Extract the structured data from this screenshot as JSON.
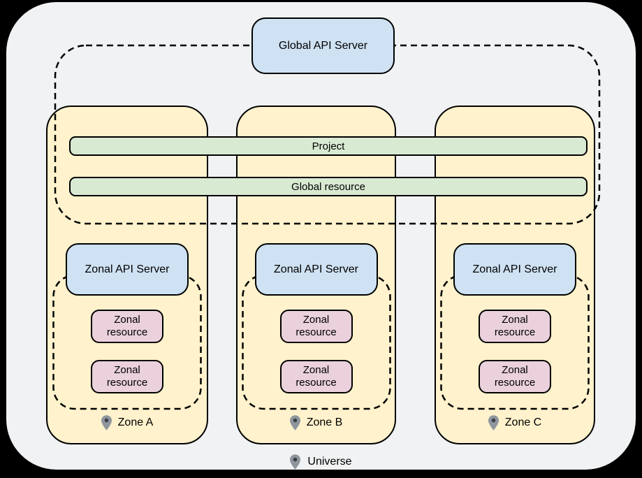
{
  "global_api_server": "Global API Server",
  "bars": {
    "project": "Project",
    "global_resource": "Global resource"
  },
  "zones": [
    {
      "api_server": "Zonal API Server",
      "resources": [
        "Zonal resource",
        "Zonal resource"
      ],
      "label": "Zone A"
    },
    {
      "api_server": "Zonal API Server",
      "resources": [
        "Zonal resource",
        "Zonal resource"
      ],
      "label": "Zone B"
    },
    {
      "api_server": "Zonal API Server",
      "resources": [
        "Zonal resource",
        "Zonal resource"
      ],
      "label": "Zone C"
    }
  ],
  "universe_label": "Universe",
  "icons": {
    "zone_marker": "location-pin-icon",
    "universe_marker": "location-pin-icon"
  },
  "colors": {
    "canvas_bg": "#000000",
    "universe_bg": "#f1f2f3",
    "zone_fill": "#fff2cc",
    "api_fill": "#cfe2f3",
    "bar_fill": "#d9ead3",
    "resource_fill": "#ead1dc",
    "stroke": "#000000",
    "pin_body": "#8e959d",
    "pin_dot": "#3a3f45"
  }
}
